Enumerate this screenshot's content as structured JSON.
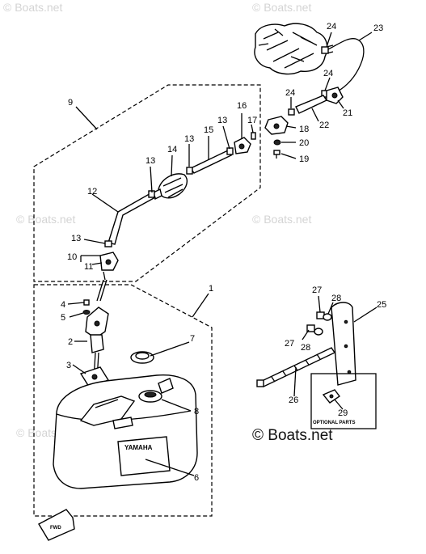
{
  "watermarks": {
    "top_left": "© Boats.net",
    "top_right": "© Boats.net",
    "mid_left": "© Boats.net",
    "mid_right": "© Boats.net",
    "bottom_left": "© Boats.net",
    "bottom_main": "© Boats.net"
  },
  "tank_label": "YAMAHA",
  "optional_parts_label": "OPTIONAL PARTS",
  "fwd_label": "FWD",
  "callouts": {
    "c1": "1",
    "c2": "2",
    "c3": "3",
    "c4": "4",
    "c5": "5",
    "c6": "6",
    "c7": "7",
    "c8": "8",
    "c9": "9",
    "c10": "10",
    "c11": "11",
    "c12": "12",
    "c13a": "13",
    "c13b": "13",
    "c13c": "13",
    "c13d": "13",
    "c14": "14",
    "c15": "15",
    "c16": "16",
    "c17": "17",
    "c18": "18",
    "c19": "19",
    "c20": "20",
    "c21": "21",
    "c22": "22",
    "c23": "23",
    "c24a": "24",
    "c24b": "24",
    "c24c": "24",
    "c25": "25",
    "c26": "26",
    "c27a": "27",
    "c27b": "27",
    "c28a": "28",
    "c28b": "28",
    "c29": "29"
  }
}
